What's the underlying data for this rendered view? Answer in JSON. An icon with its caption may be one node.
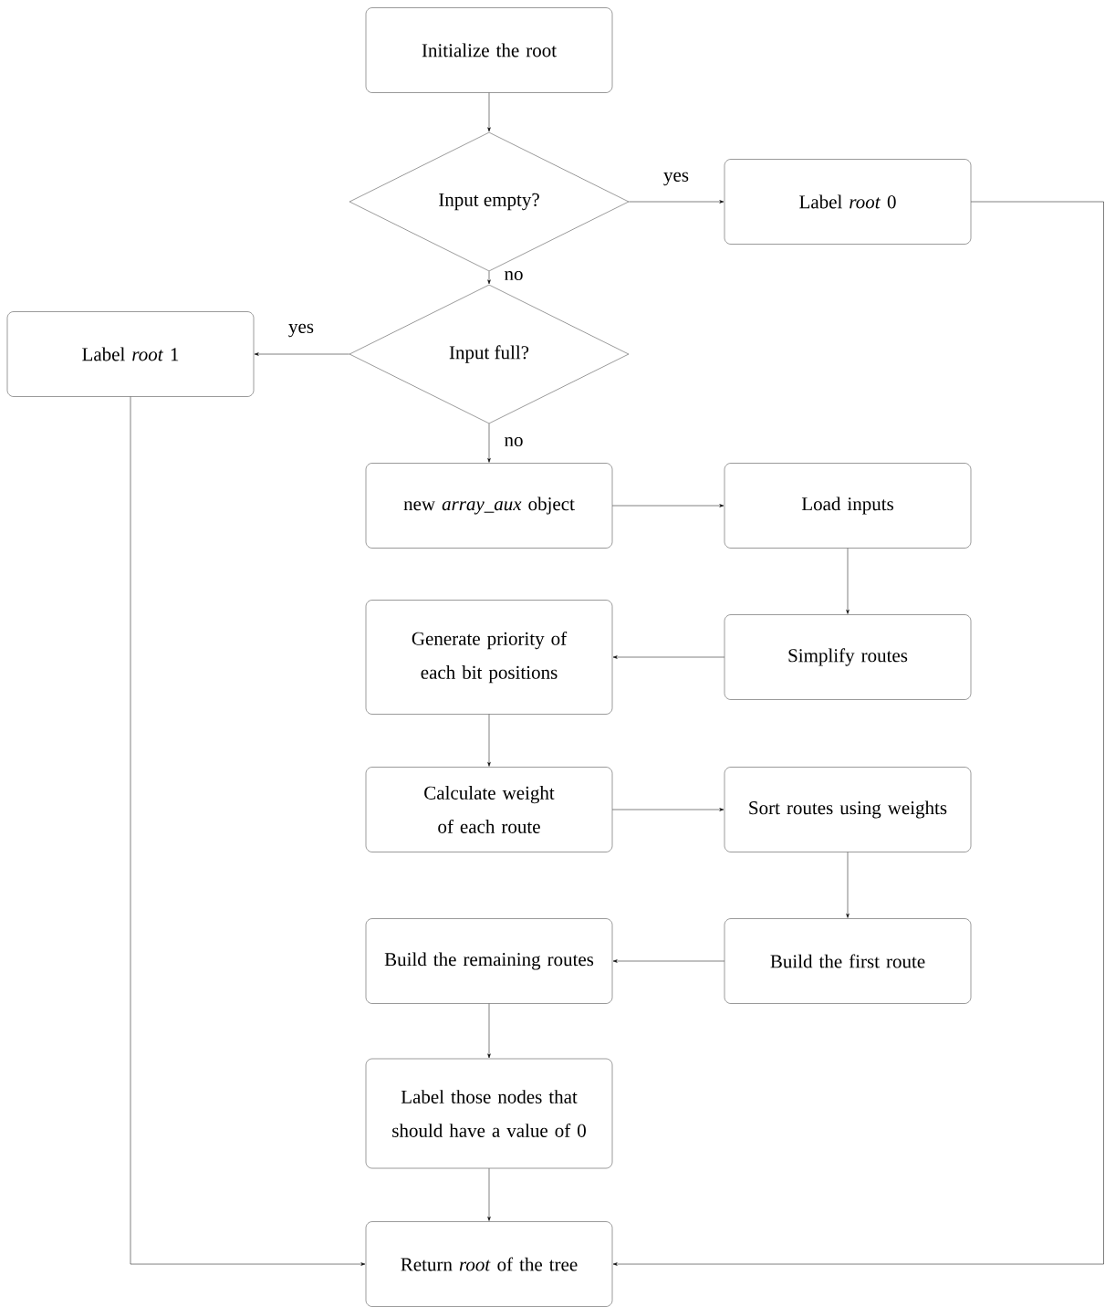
{
  "diagram": {
    "nodes": [
      {
        "text": [
          "Initialize the root"
        ]
      },
      {
        "text": [
          "Input empty?"
        ]
      },
      {
        "text": [
          "Label *root* 0"
        ]
      },
      {
        "text": [
          "Input full?"
        ]
      },
      {
        "text": [
          "Label *root* 1"
        ]
      },
      {
        "text": [
          "new *array_aux* object"
        ]
      },
      {
        "text": [
          "Load inputs"
        ]
      },
      {
        "text": [
          "Simplify routes"
        ]
      },
      {
        "text": [
          "Generate priority of each bit positions"
        ]
      },
      {
        "text": [
          "Calculate weight of each route"
        ]
      },
      {
        "text": [
          "Sort routes using weights"
        ]
      },
      {
        "text": [
          "Build the first route"
        ]
      },
      {
        "text": [
          "Build the remaining routes"
        ]
      },
      {
        "text": [
          "Label those nodes that should have a value of 0"
        ]
      },
      {
        "text": [
          "Return *root* of the tree"
        ]
      }
    ],
    "edges": [
      {
        "from": 0,
        "to": 1,
        "arrow": "to"
      },
      {
        "from": 1,
        "to": 2,
        "arrow": "to",
        "label": "yes"
      },
      {
        "from": 1,
        "to": 3,
        "arrow": "to",
        "label": "no"
      },
      {
        "from": 3,
        "to": 4,
        "arrow": "to",
        "label": "yes"
      },
      {
        "from": 3,
        "to": 5,
        "arrow": "to",
        "label": "no"
      },
      {
        "from": 5,
        "to": 6,
        "arrow": "to"
      },
      {
        "from": 6,
        "to": 7,
        "arrow": "to"
      },
      {
        "from": 7,
        "to": 8,
        "arrow": "to"
      },
      {
        "from": 8,
        "to": 9,
        "arrow": "to"
      },
      {
        "from": 9,
        "to": 10,
        "arrow": "to"
      },
      {
        "from": 10,
        "to": 11,
        "arrow": "to"
      },
      {
        "from": 11,
        "to": 12,
        "arrow": "to"
      },
      {
        "from": 12,
        "to": 13,
        "arrow": "to"
      },
      {
        "from": 13,
        "to": 14,
        "arrow": "to"
      },
      {
        "from": 4,
        "to": 14,
        "arrow": "to"
      },
      {
        "from": 2,
        "to": 14,
        "arrow": "to"
      }
    ]
  }
}
